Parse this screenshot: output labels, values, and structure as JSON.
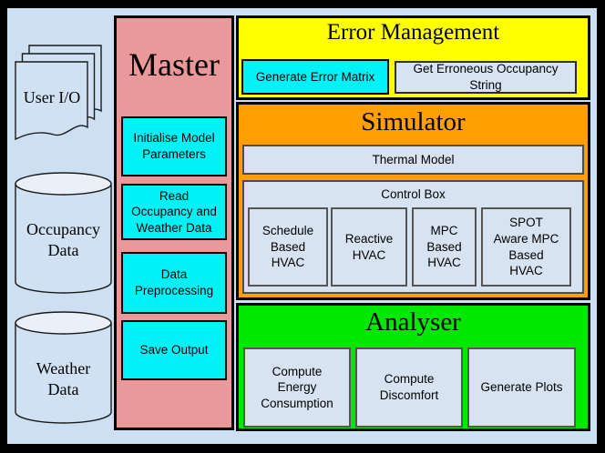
{
  "diagram": {
    "left_shapes": {
      "user_io_label": "User I/O",
      "occupancy_db_label": "Occupancy\nData",
      "weather_db_label": "Weather\nData"
    },
    "master": {
      "title": "Master",
      "steps": [
        "Initialise Model\nParameters",
        "Read\nOccupancy and\nWeather Data",
        "Data\nPreprocessing",
        "Save Output"
      ]
    },
    "error_management": {
      "title": "Error Management",
      "generate_error_matrix": "Generate Error Matrix",
      "get_erroneous_occupancy_string": "Get Erroneous Occupancy\nString"
    },
    "simulator": {
      "title": "Simulator",
      "thermal_model": "Thermal Model",
      "control_box": {
        "title": "Control Box",
        "controllers": [
          "Schedule\nBased\nHVAC",
          "Reactive\nHVAC",
          "MPC\nBased\nHVAC",
          "SPOT\nAware MPC\nBased\nHVAC"
        ]
      }
    },
    "analyser": {
      "title": "Analyser",
      "tasks": [
        "Compute\nEnergy\nConsumption",
        "Compute\nDiscomfort",
        "Generate Plots"
      ]
    },
    "colors": {
      "frame": "#000000",
      "panel_background": "#CDDFF2",
      "master_pink": "#EA9899",
      "step_cyan": "#00F2F7",
      "error_yellow": "#FFFF00",
      "simulator_orange": "#FFA000",
      "analyser_green": "#00E800",
      "inner_box_blue": "#D7E3F1"
    }
  }
}
